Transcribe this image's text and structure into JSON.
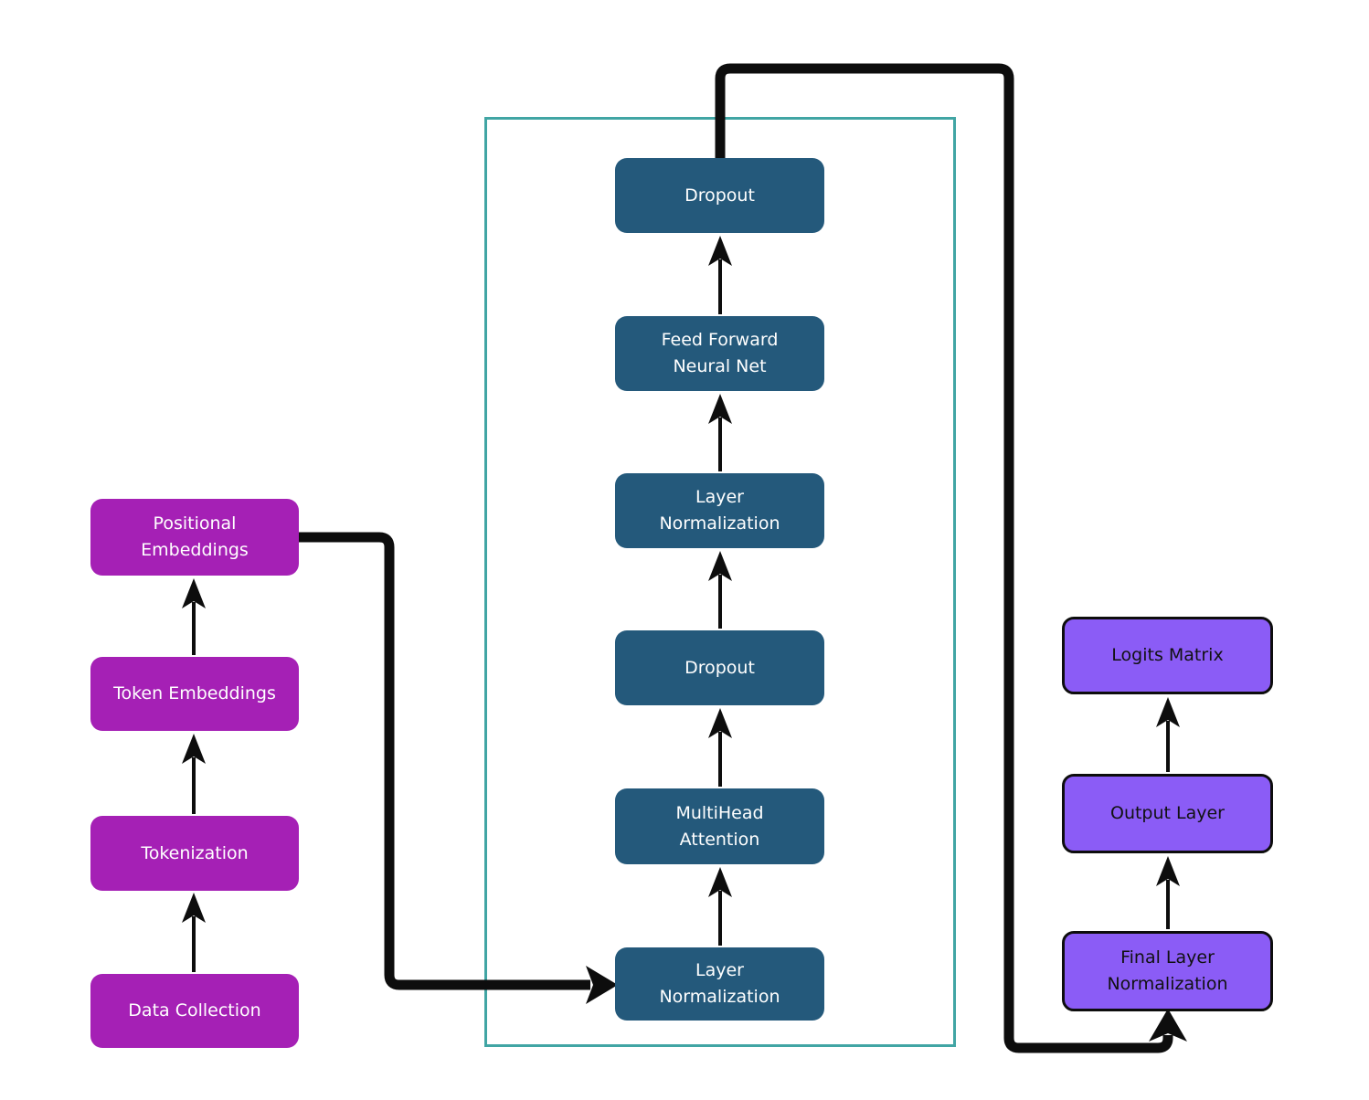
{
  "diagram": {
    "data_pipeline": {
      "nodes": [
        {
          "label": "Data Collection"
        },
        {
          "label": "Tokenization"
        },
        {
          "label": "Token Embeddings"
        },
        {
          "label": "Positional Embeddings"
        }
      ]
    },
    "transformer_block": {
      "nodes": [
        {
          "label": "Layer Normalization"
        },
        {
          "label": "MultiHead Attention"
        },
        {
          "label": "Dropout"
        },
        {
          "label": "Layer Normalization"
        },
        {
          "label": "Feed Forward Neural Net"
        },
        {
          "label": "Dropout"
        }
      ]
    },
    "output_head": {
      "nodes": [
        {
          "label": "Final Layer Normalization"
        },
        {
          "label": "Output Layer"
        },
        {
          "label": "Logits Matrix"
        }
      ]
    },
    "colors": {
      "pipeline_node_fill": "#A520B5",
      "transformer_node_fill": "#24597B",
      "output_node_fill": "#8B5CF6",
      "transformer_block_border": "#41A5A4",
      "connector": "#0d0d0d",
      "light_text": "#ffffff",
      "dark_text": "#111111",
      "background": "#ffffff"
    }
  }
}
